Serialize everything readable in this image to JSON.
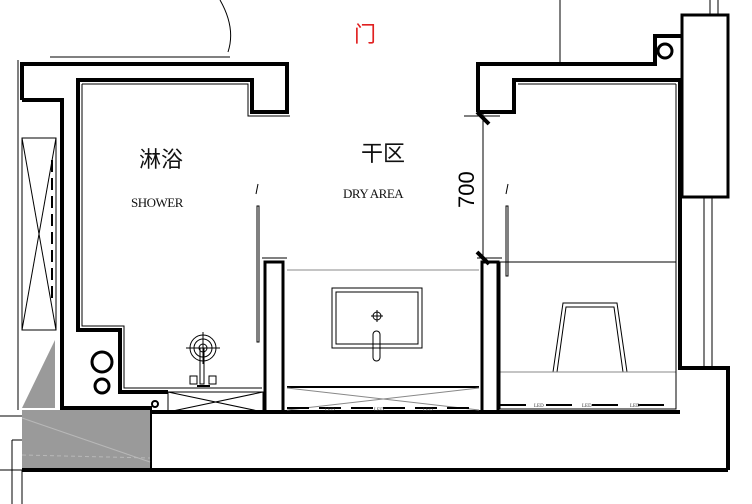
{
  "door_label": "门",
  "door_label_color": "#e02020",
  "rooms": {
    "shower": {
      "cn": "淋浴",
      "en": "SHOWER"
    },
    "dry_area": {
      "cn": "干区",
      "en": "DRY AREA"
    }
  },
  "dimension": {
    "value": "700"
  },
  "led_label": "LED",
  "hatch_color": "#9a9a9a"
}
